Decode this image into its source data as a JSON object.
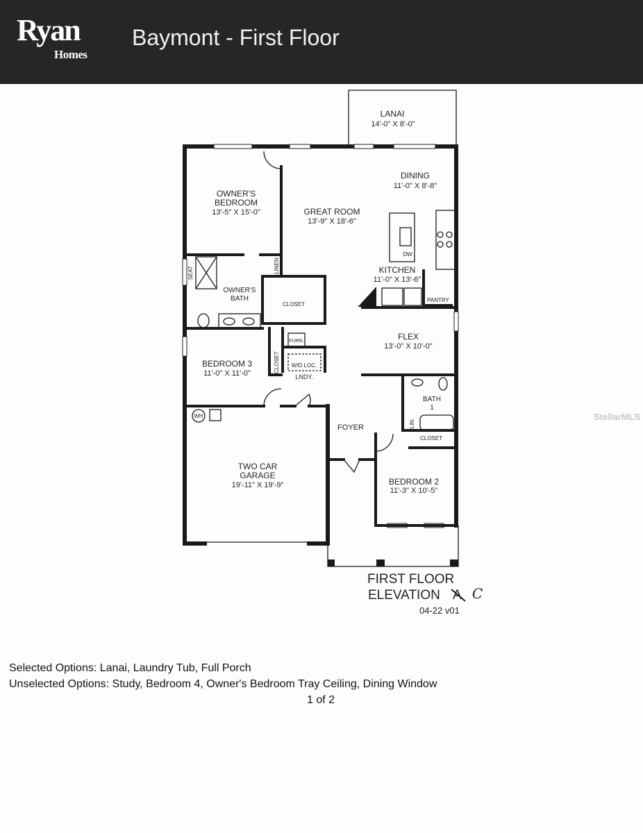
{
  "header": {
    "logo_line1": "Ryan",
    "logo_line2": "Homes",
    "title": "Baymont - First Floor"
  },
  "rooms": {
    "lanai": {
      "name": "LANAI",
      "dims": "14'-0\" X 8'-0\""
    },
    "dining": {
      "name": "DINING",
      "dims": "11'-0\" X 8'-8\""
    },
    "owners_bedroom": {
      "name_line1": "OWNER'S",
      "name_line2": "BEDROOM",
      "dims": "13'-5\" X 15'-0\""
    },
    "great_room": {
      "name": "GREAT ROOM",
      "dims": "13'-9\" X 18'-6\""
    },
    "kitchen": {
      "name": "KITCHEN",
      "dims": "11'-0\" X 13'-6\""
    },
    "owners_bath": {
      "name_line1": "OWNER'S",
      "name_line2": "BATH"
    },
    "closet_owner": "CLOSET",
    "pantry": "PANTRY",
    "linen": "LINEN",
    "seat": "SEAT",
    "dw": "DW",
    "flex": {
      "name": "FLEX",
      "dims": "13'-0\" X 10'-0\""
    },
    "bedroom3": {
      "name": "BEDROOM 3",
      "dims": "11'-0\" X 11'-0\""
    },
    "closet_bed3": "CLOSET",
    "furn": "FURN.",
    "laundry": {
      "wd": "W/D LOC.",
      "name": "LNDY."
    },
    "bath1": {
      "name_line1": "BATH",
      "name_line2": "1"
    },
    "lin": "LIN.",
    "closet_bed2": "CLOSET",
    "foyer": "FOYER",
    "wh": "WH",
    "garage": {
      "name_line1": "TWO CAR",
      "name_line2": "GARAGE",
      "dims": "19'-11\" X 19'-9\""
    },
    "bedroom2": {
      "name": "BEDROOM 2",
      "dims": "11'-3\" X 10'-5\""
    }
  },
  "plan_caption": {
    "line1": "FIRST FLOOR",
    "line2": "ELEVATION",
    "struck": "A",
    "handwritten": "C",
    "version": "04-22 v01"
  },
  "options": {
    "selected": "Selected Options: Lanai, Laundry Tub, Full Porch",
    "unselected": "Unselected Options: Study, Bedroom 4, Owner's Bedroom Tray Ceiling, Dining Window",
    "page": "1 of 2"
  },
  "watermark": "StellarMLS"
}
